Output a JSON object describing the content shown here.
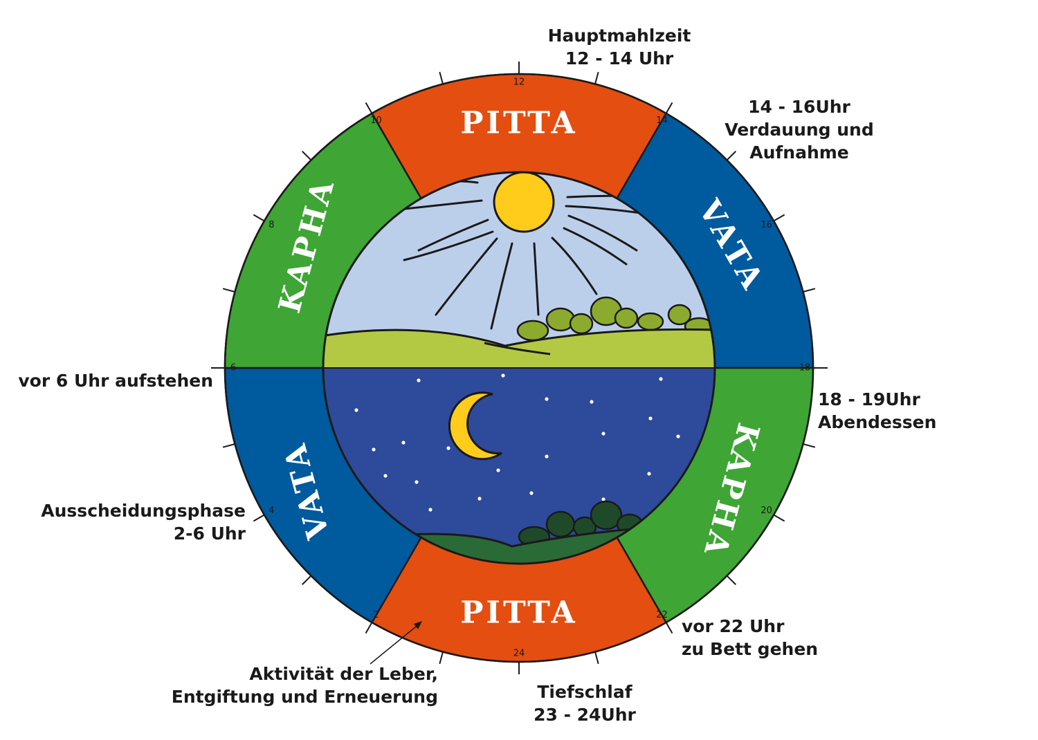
{
  "segments": [
    {
      "id": "pitta-day",
      "label": "PITTA",
      "color": "#e44e10"
    },
    {
      "id": "vata-day",
      "label": "VATA",
      "color": "#005a9e"
    },
    {
      "id": "kapha-eve",
      "label": "KAPHA",
      "color": "#3fa535"
    },
    {
      "id": "pitta-night",
      "label": "PITTA",
      "color": "#e44e10"
    },
    {
      "id": "vata-night",
      "label": "VATA",
      "color": "#005a9e"
    },
    {
      "id": "kapha-morn",
      "label": "KAPHA",
      "color": "#3fa535"
    }
  ],
  "hours": [
    "12",
    "14",
    "16",
    "18",
    "20",
    "22",
    "24",
    "2",
    "4",
    "6",
    "8",
    "10"
  ],
  "annotations": {
    "main_meal": {
      "line1": "Hauptmahlzeit",
      "line2": "12 - 14 Uhr"
    },
    "digestion": {
      "line1": "14 - 16Uhr",
      "line2": "Verdauung und",
      "line3": "Aufnahme"
    },
    "dinner": {
      "line1": "18 - 19Uhr",
      "line2": "Abendessen"
    },
    "bedtime": {
      "line1": "vor 22 Uhr",
      "line2": "zu Bett gehen"
    },
    "deep_sleep": {
      "line1": "Tiefschlaf",
      "line2": "23 - 24Uhr"
    },
    "liver": {
      "line1": "Aktivität der Leber,",
      "line2": "Entgiftung und Erneuerung"
    },
    "elimination": {
      "line1": "Ausscheidungsphase",
      "line2": "2-6 Uhr"
    },
    "wake_up": {
      "line1": "vor 6 Uhr aufstehen"
    }
  },
  "colors": {
    "day_sky": "#bccfea",
    "day_hill": "#b3c944",
    "night_sky": "#2e4a9a",
    "night_hill": "#2a6a36",
    "sun": "#ffcc1c",
    "moon": "#ffcc1c",
    "trees_day": "#8cab2e",
    "trees_night": "#1f4a2a"
  }
}
